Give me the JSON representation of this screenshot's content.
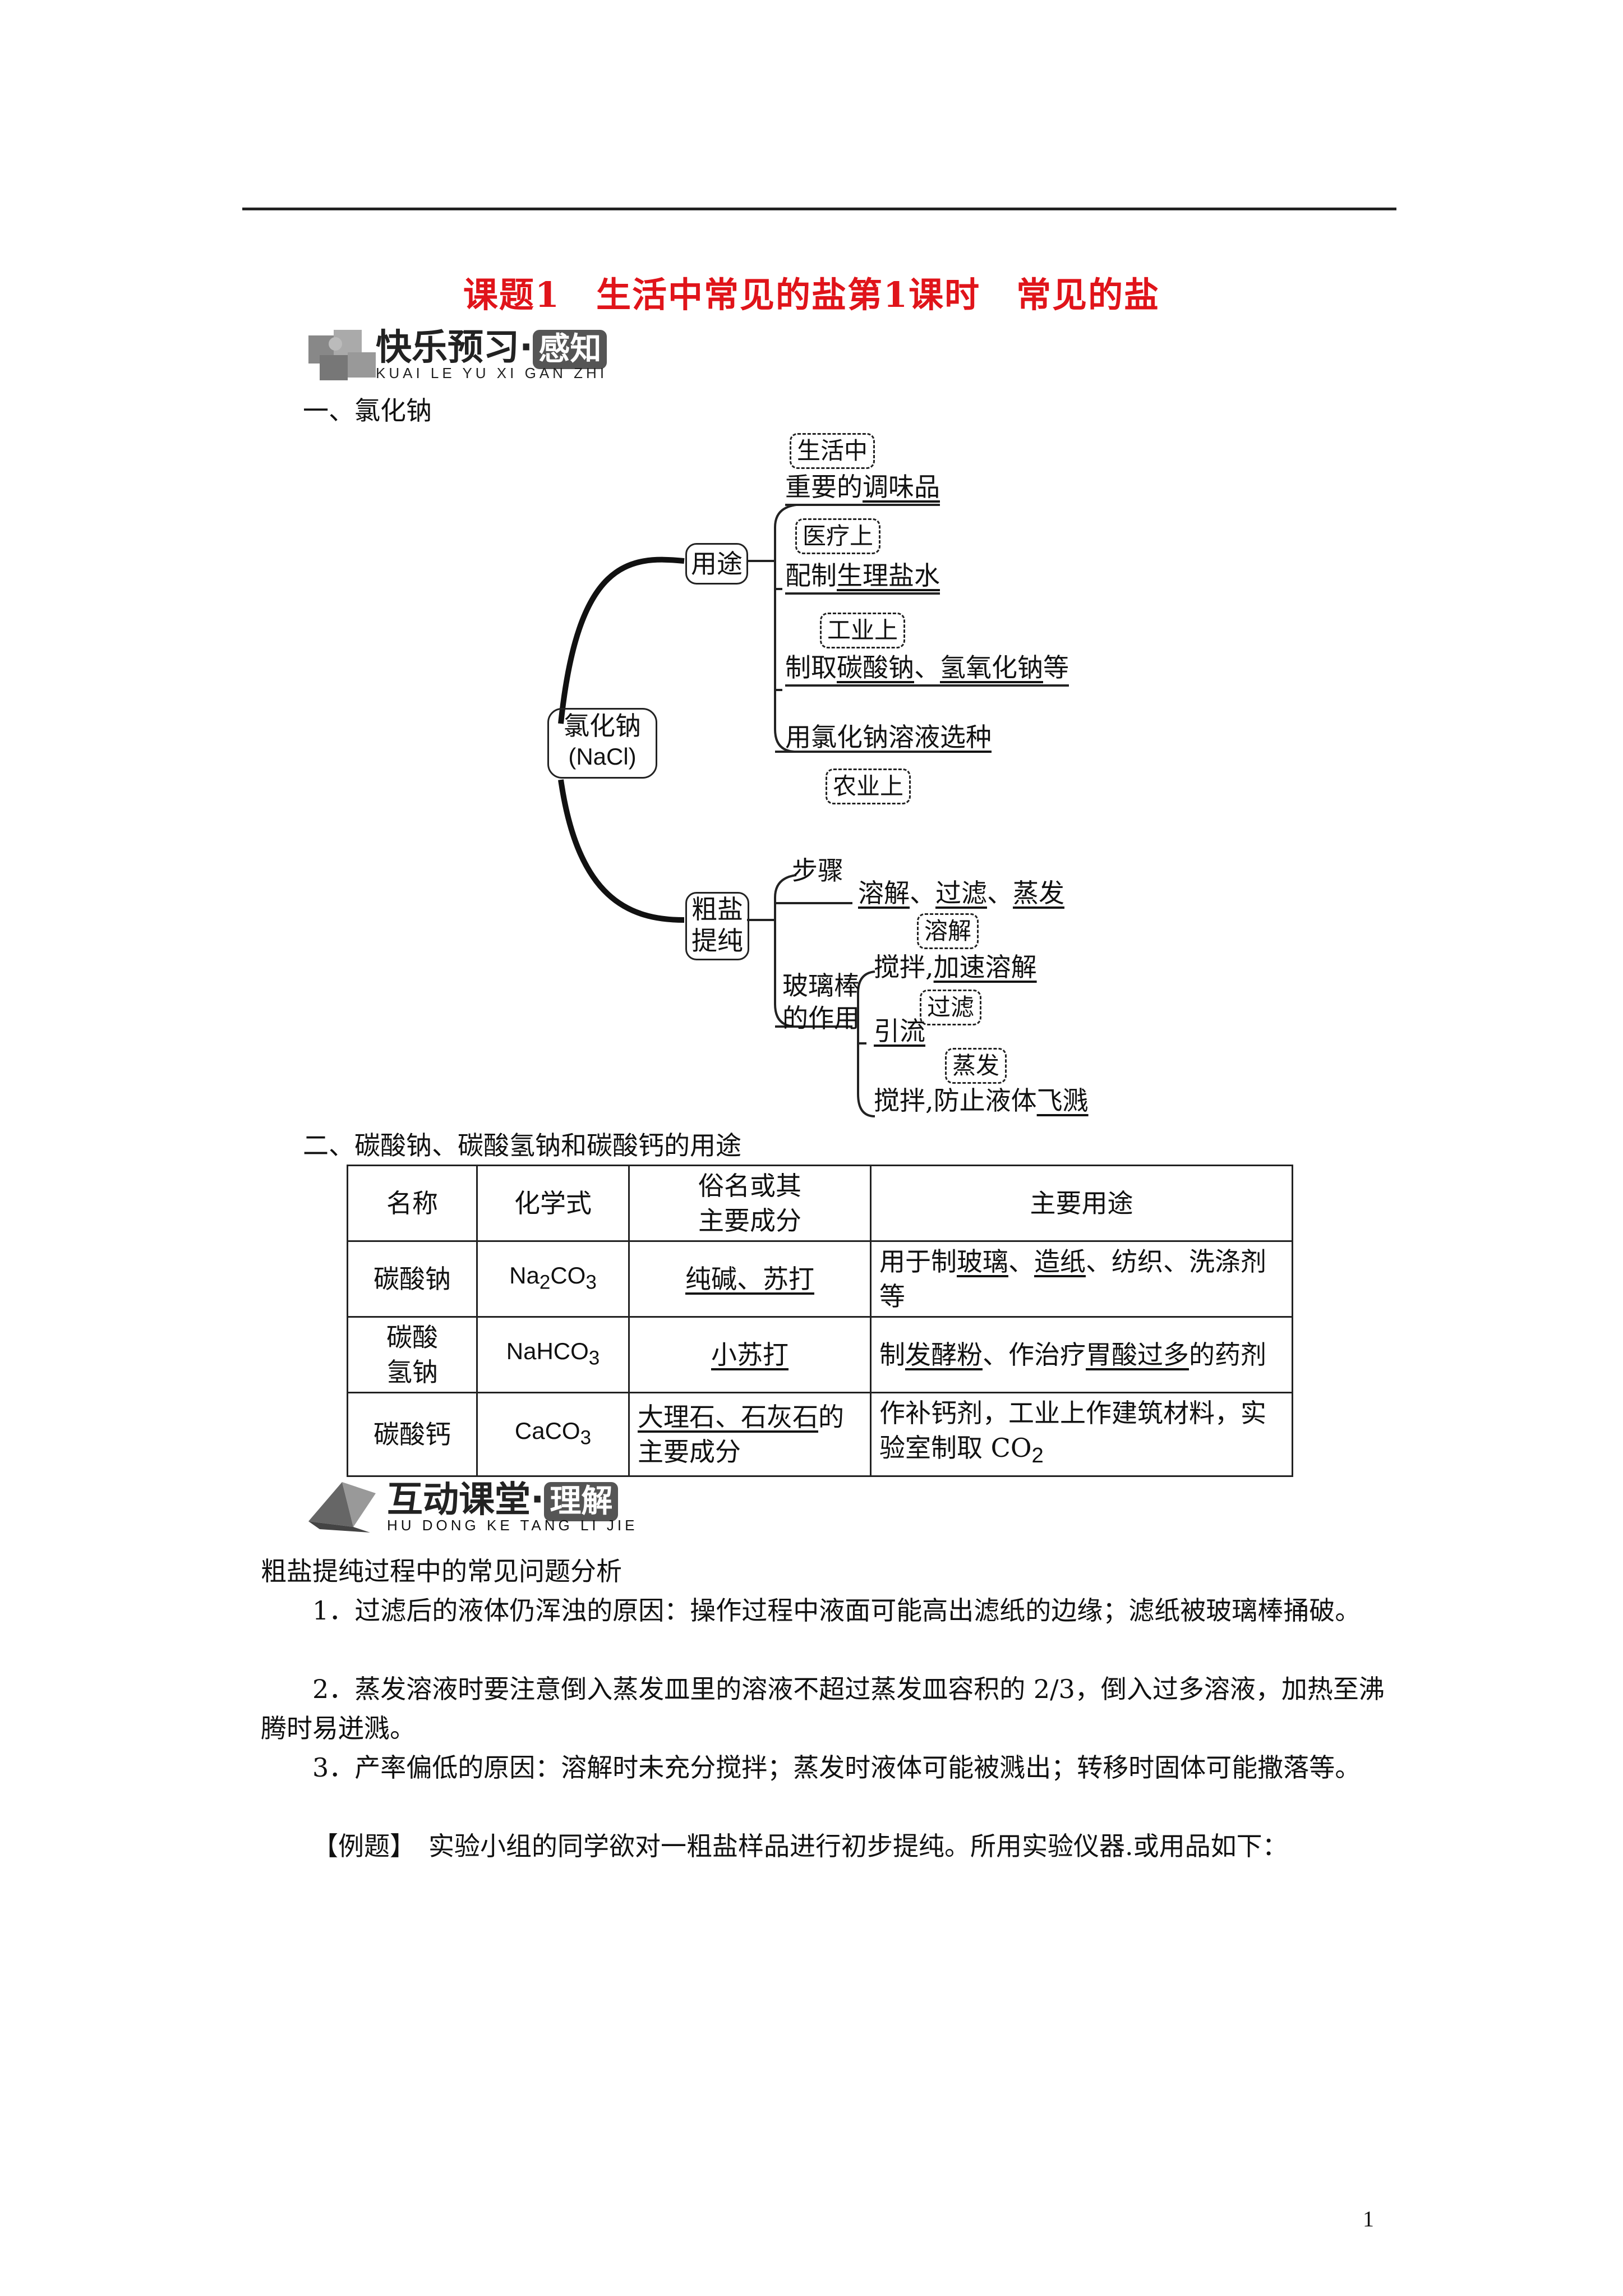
{
  "title": "课题1　生活中常见的盐第1课时　常见的盐",
  "badge1": {
    "main": "快乐预习",
    "dot": "·",
    "tag": "感知",
    "pinyin": "KUAI LE YU XI GAN ZHI"
  },
  "section1": "一、氯化钠",
  "mindmap": {
    "center": "氯化钠",
    "center_formula": "(NaCl)",
    "uses": {
      "label": "用途",
      "items": [
        {
          "tag": "生活中",
          "pre": "重要的",
          "ans": "调味品",
          "post": ""
        },
        {
          "tag": "医疗上",
          "pre": "配制",
          "ans": "生理盐水",
          "post": ""
        },
        {
          "tag": "工业上",
          "pre": "制取",
          "ans": "碳酸钠",
          "sep": "、",
          "ans2": "氢氧化钠",
          "post": "等"
        },
        {
          "tag": "农业上",
          "pre": "用氯化钠溶液",
          "ans": "选种",
          "post": ""
        }
      ]
    },
    "purify": {
      "label1": "粗盐",
      "label2": "提纯",
      "steps_label": "步骤",
      "steps": [
        "溶解",
        "、",
        "过滤",
        "、",
        "蒸发"
      ],
      "rod_label1": "玻璃棒",
      "rod_label2": "的作用",
      "rod": [
        {
          "tag": "溶解",
          "pre": "搅拌,",
          "ans": "加速溶解"
        },
        {
          "tag": "过滤",
          "pre": "",
          "ans": "引流"
        },
        {
          "tag": "蒸发",
          "pre": "搅拌,防止液体",
          "ans": "飞溅"
        }
      ]
    }
  },
  "section2": "二、碳酸钠、碳酸氢钠和碳酸钙的用途",
  "table": {
    "headers": [
      "名称",
      "化学式",
      "俗名或其",
      "主要成分",
      "主要用途"
    ],
    "rows": [
      {
        "name": "碳酸钠",
        "f1": "Na",
        "s1": "2",
        "f2": "CO",
        "s2": "3",
        "alias": "纯碱、苏打",
        "use_a": "用于制",
        "use_b": "玻璃",
        "use_c": "、",
        "use_d": "造纸",
        "use_e": "、纺织、洗涤剂等"
      },
      {
        "name1": "碳酸",
        "name2": "氢钠",
        "f1": "NaHCO",
        "s1": "3",
        "alias": "小苏打",
        "use_a": "制",
        "use_b": "发酵粉",
        "use_c": "、作治疗",
        "use_d": "胃酸过多",
        "use_e": "的药剂"
      },
      {
        "name": "碳酸钙",
        "f1": "CaCO",
        "s1": "3",
        "alias_u": "大理石、石灰石",
        "alias_rest": "的主要成分",
        "use_a": "作补钙剂，工业上作建筑材料，实验室制取 CO",
        "s_use": "2"
      }
    ]
  },
  "badge2": {
    "main": "互动课堂",
    "dot": "·",
    "tag": "理解",
    "pinyin": "HU DONG KE TANG LI JIE"
  },
  "analysis_title": "粗盐提纯过程中的常见问题分析",
  "points": [
    "1．过滤后的液体仍浑浊的原因：操作过程中液面可能高出滤纸的边缘；滤纸被玻璃棒捅破。",
    "2．蒸发溶液时要注意倒入蒸发皿里的溶液不超过蒸发皿容积的 2/3，倒入过多溶液，加热至沸腾时易迸溅。",
    "3．产率偏低的原因：溶解时未充分搅拌；蒸发时液体可能被溅出；转移时固体可能撒落等。"
  ],
  "example_label": "【例题】",
  "example_text": "实验小组的同学欲对一粗盐样品进行初步提纯。所用实验仪器.或用品如下：",
  "page_number": "1"
}
